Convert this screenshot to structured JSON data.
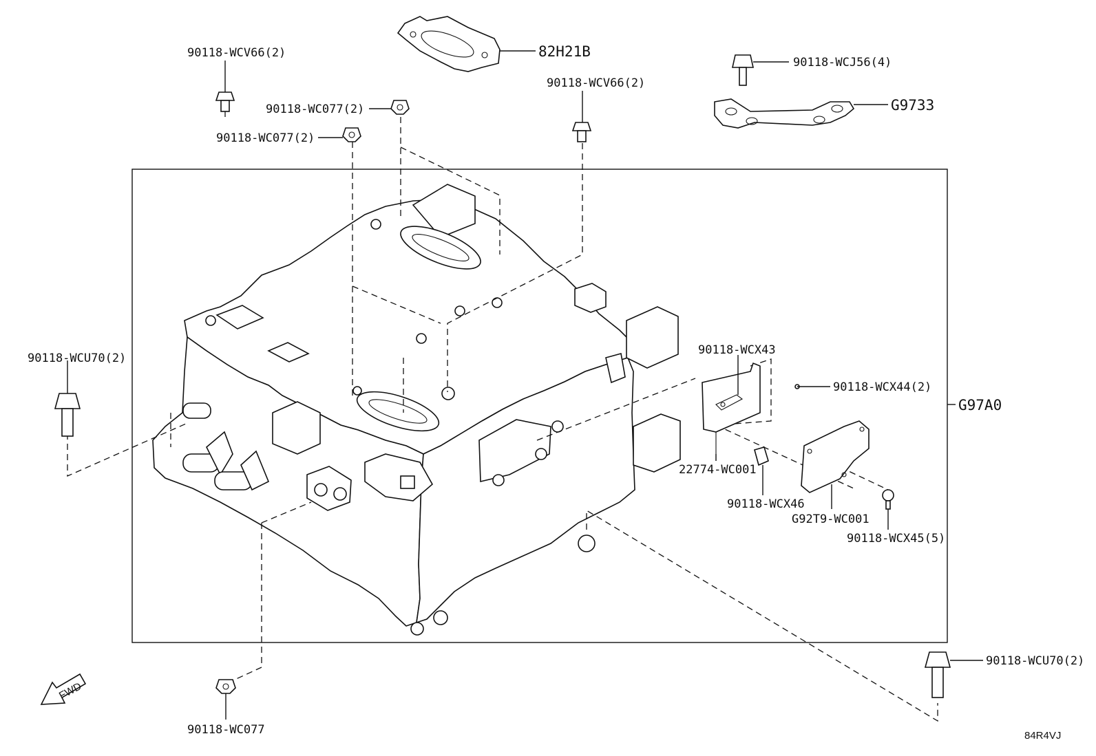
{
  "labels": {
    "bolt_top_left": "90118-WCV66(2)",
    "bracket_top": "82H21B",
    "nut_upper": "90118-WC077(2)",
    "nut_lower": "90118-WC077(2)",
    "bolt_top_mid": "90118-WCV66(2)",
    "bolt_top_right": "90118-WCJ56(4)",
    "bracket_right": "G9733",
    "bolt_left": "90118-WCU70(2)",
    "assembly": "G97A0",
    "sensor_bracket": "90118-WCX43",
    "screw_small": "90118-WCX44(2)",
    "cover_plate": "22774-WC001",
    "clip": "90118-WCX46",
    "cover_main": "G92T9-WC001",
    "screw_cover": "90118-WCX45(5)",
    "bolt_bottom_right": "90118-WCU70(2)",
    "nut_bottom": "90118-WC077",
    "fwd": "FWD",
    "diagram_code": "84R4VJ"
  },
  "colors": {
    "line": "#111111",
    "background": "#ffffff"
  }
}
